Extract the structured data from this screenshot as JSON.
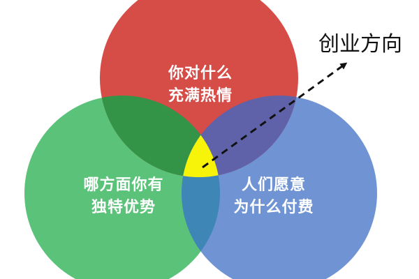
{
  "diagram": {
    "type": "venn",
    "circles": [
      {
        "id": "passion",
        "color": "#D64C47",
        "label_lines": [
          "你对什么",
          "充满热情"
        ]
      },
      {
        "id": "strength",
        "color": "#5BC27A",
        "label_lines": [
          "哪方面你有",
          "独特优势"
        ]
      },
      {
        "id": "market",
        "color": "#7094D3",
        "label_lines": [
          "人们愿意",
          "为什么付费"
        ]
      }
    ],
    "overlaps": {
      "passion_strength": "#339448",
      "passion_market": "#5F62A8",
      "strength_market": "#3E86B6",
      "all_three": "#F7F40A"
    },
    "pointer": {
      "label": "创业方向",
      "style": "dashed-arrow",
      "color": "#111111"
    }
  }
}
